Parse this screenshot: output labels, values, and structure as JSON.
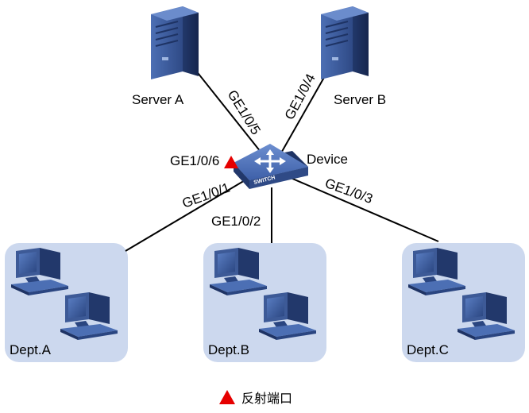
{
  "devices": {
    "server_a": "Server A",
    "server_b": "Server B",
    "switch": "Device",
    "switch_badge": "SWITCH"
  },
  "ports": {
    "ge5": "GE1/0/5",
    "ge4": "GE1/0/4",
    "ge6": "GE1/0/6",
    "ge1": "GE1/0/1",
    "ge2": "GE1/0/2",
    "ge3": "GE1/0/3"
  },
  "groups": {
    "dept_a": "Dept.A",
    "dept_b": "Dept.B",
    "dept_c": "Dept.C"
  },
  "legend": {
    "marker": "triangle",
    "marker_color": "#e60000",
    "label": "反射端口"
  },
  "colors": {
    "link": "#000000",
    "group_fill": "#ccd8ee",
    "device_blue": "#3d5a97"
  }
}
